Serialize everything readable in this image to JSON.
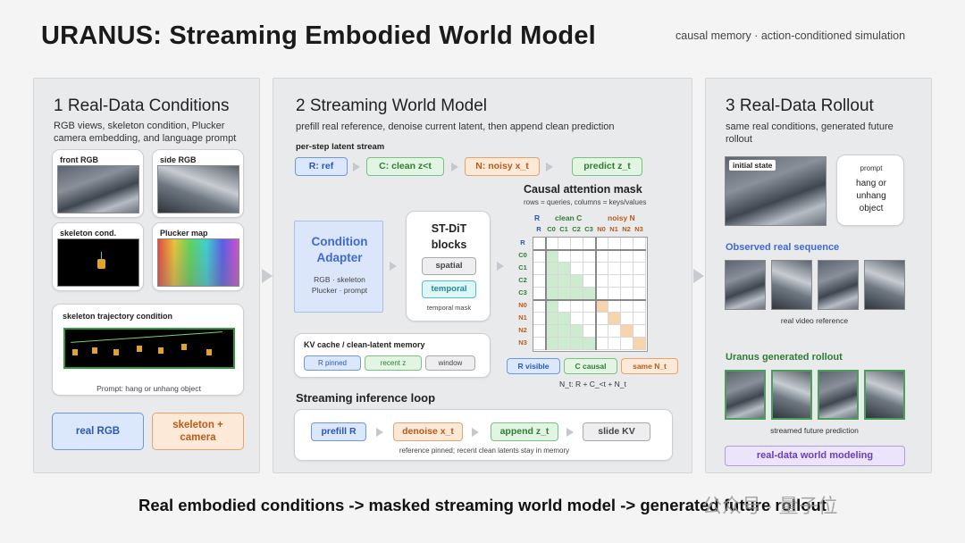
{
  "title": "URANUS: Streaming Embodied World Model",
  "subtitle": "causal memory · action-conditioned simulation",
  "panel1": {
    "heading": "1  Real-Data Conditions",
    "sub1": "RGB views, skeleton condition, Plucker",
    "sub2": "camera embedding, and language prompt",
    "front": "front RGB",
    "side": "side RGB",
    "skeleton": "skeleton cond.",
    "plucker": "Plucker map",
    "trajectory": "skeleton trajectory condition",
    "prompt": "Prompt: hang or unhang object",
    "real_rgb": "real RGB",
    "skel_cam_1": "skeleton +",
    "skel_cam_2": "camera"
  },
  "panel2": {
    "heading": "2  Streaming World Model",
    "sub": "prefill real reference, denoise current latent, then append clean prediction",
    "stream_label": "per-step latent stream",
    "stream": [
      "R: ref",
      "C: clean z<t",
      "N: noisy x_t",
      "predict z_t"
    ],
    "adapter_1": "Condition",
    "adapter_2": "Adapter",
    "adapter_sub1": "RGB · skeleton",
    "adapter_sub2": "Plucker · prompt",
    "dit_1": "ST-DiT",
    "dit_2": "blocks",
    "spatial": "spatial",
    "temporal": "temporal",
    "temporal_mask": "temporal mask",
    "kv_title": "KV cache / clean-latent memory",
    "kv": [
      "R pinned",
      "recent z",
      "window"
    ],
    "loop_title": "Streaming inference loop",
    "loop": [
      "prefill R",
      "denoise x_t",
      "append z_t",
      "slide KV"
    ],
    "loop_note": "reference pinned; recent clean latents stay in memory"
  },
  "mask": {
    "title": "Causal attention mask",
    "sub": "rows = queries, columns = keys/values",
    "group_r": "R",
    "group_c": "clean C",
    "group_n": "noisy N",
    "cols": [
      "R",
      "C0",
      "C1",
      "C2",
      "C3",
      "N0",
      "N1",
      "N2",
      "N3"
    ],
    "rows": [
      "R",
      "C0",
      "C1",
      "C2",
      "C3",
      "N0",
      "N1",
      "N2",
      "N3"
    ],
    "legend": [
      "R visible",
      "C causal",
      "same N_t"
    ],
    "formula": "N_t: R + C_<t + N_t"
  },
  "panel3": {
    "heading": "3  Real-Data Rollout",
    "sub1": "same real conditions, generated future",
    "sub2": "rollout",
    "initial": "initial state",
    "prompt_lbl": "prompt",
    "prompt_1": "hang or",
    "prompt_2": "unhang",
    "prompt_3": "object",
    "observed": "Observed real sequence",
    "real_ref": "real video reference",
    "generated": "Uranus generated rollout",
    "streamed": "streamed future prediction",
    "modeling": "real-data world modeling"
  },
  "footer": "Real embodied conditions  ->  masked streaming world model  ->  generated future rollout",
  "watermark": "公众号 · 量子位",
  "colors": {
    "blue": "#2b57b5",
    "green": "#2f7d35",
    "orange": "#bd5a17",
    "purple": "#6b3cc4",
    "teal": "#1d8b95"
  }
}
